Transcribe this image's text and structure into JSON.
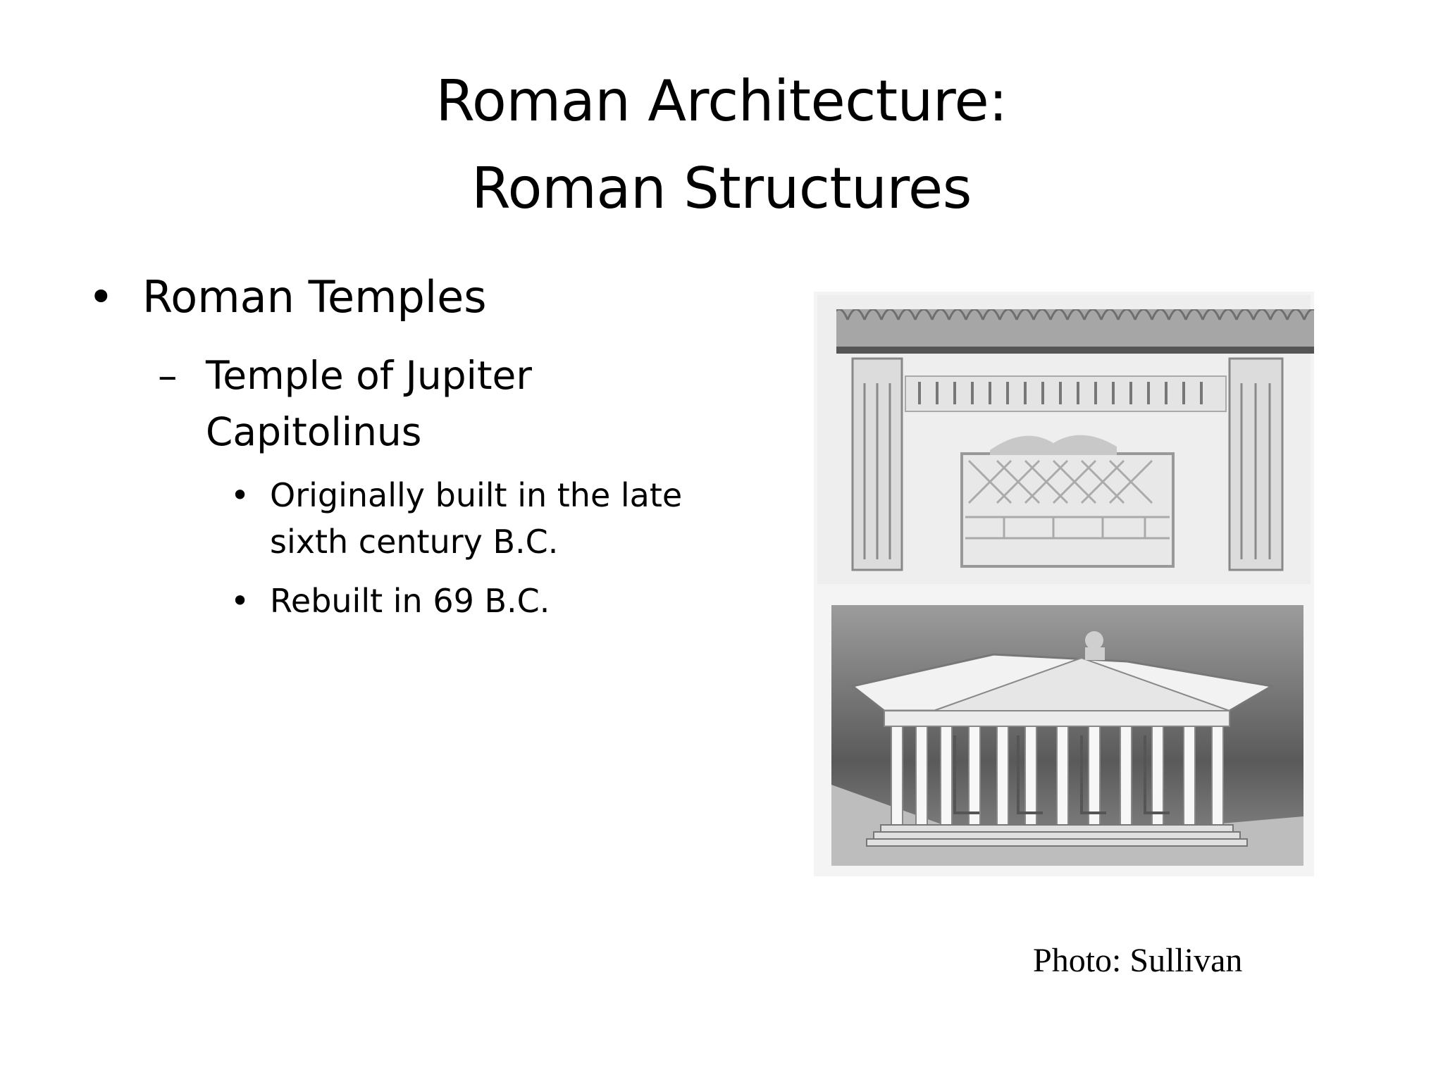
{
  "slide": {
    "title_line1": "Roman Architecture:",
    "title_line2": "Roman Structures",
    "bullet_l1": "Roman Temples",
    "bullet_l2": "Temple of Jupiter Capitolinus",
    "bullet_l3": [
      "Originally built in the late sixth century B.C.",
      "Rebuilt in 69 B.C."
    ],
    "photo_credit": "Photo: Sullivan"
  },
  "symbols": {
    "bullet": "•",
    "dash": "–"
  },
  "images": {
    "top": "relief-carving-of-temple-facade",
    "bottom": "model-of-temple-of-jupiter-capitolinus"
  }
}
